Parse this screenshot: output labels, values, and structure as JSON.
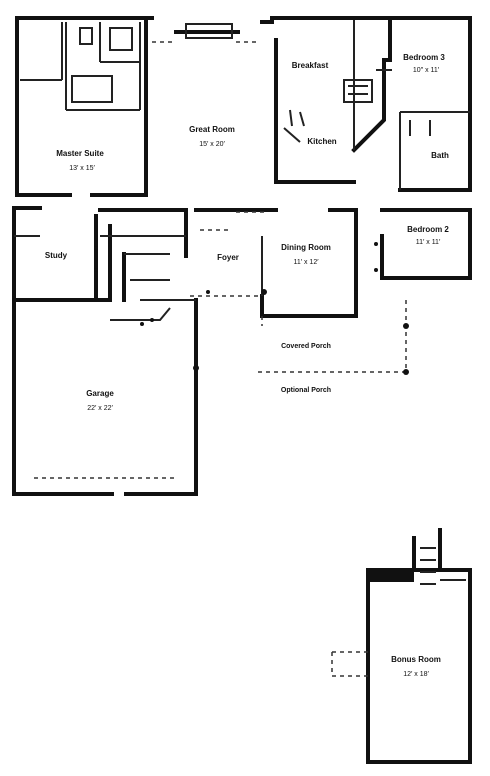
{
  "rooms": {
    "bedroom3": {
      "label": "Bedroom 3",
      "dims": "10″ x 11′"
    },
    "breakfast": {
      "label": "Breakfast"
    },
    "great_room": {
      "label": "Great Room",
      "dims": "15′ x 20′"
    },
    "kitchen": {
      "label": "Kitchen"
    },
    "master_suite": {
      "label": "Master Suite",
      "dims": "13′ x 15′"
    },
    "bath": {
      "label": "Bath"
    },
    "bedroom2": {
      "label": "Bedroom 2",
      "dims": "11′ x 11′"
    },
    "dining_room": {
      "label": "Dining Room",
      "dims": "11′ x 12′"
    },
    "foyer": {
      "label": "Foyer"
    },
    "study": {
      "label": "Study"
    },
    "garage": {
      "label": "Garage",
      "dims": "22′ x 22′"
    },
    "bonus_room": {
      "label": "Bonus Room",
      "dims": "12′ x 18′"
    }
  },
  "notes": {
    "covered_porch": "Covered Porch",
    "optional_porch": "Optional Porch"
  }
}
